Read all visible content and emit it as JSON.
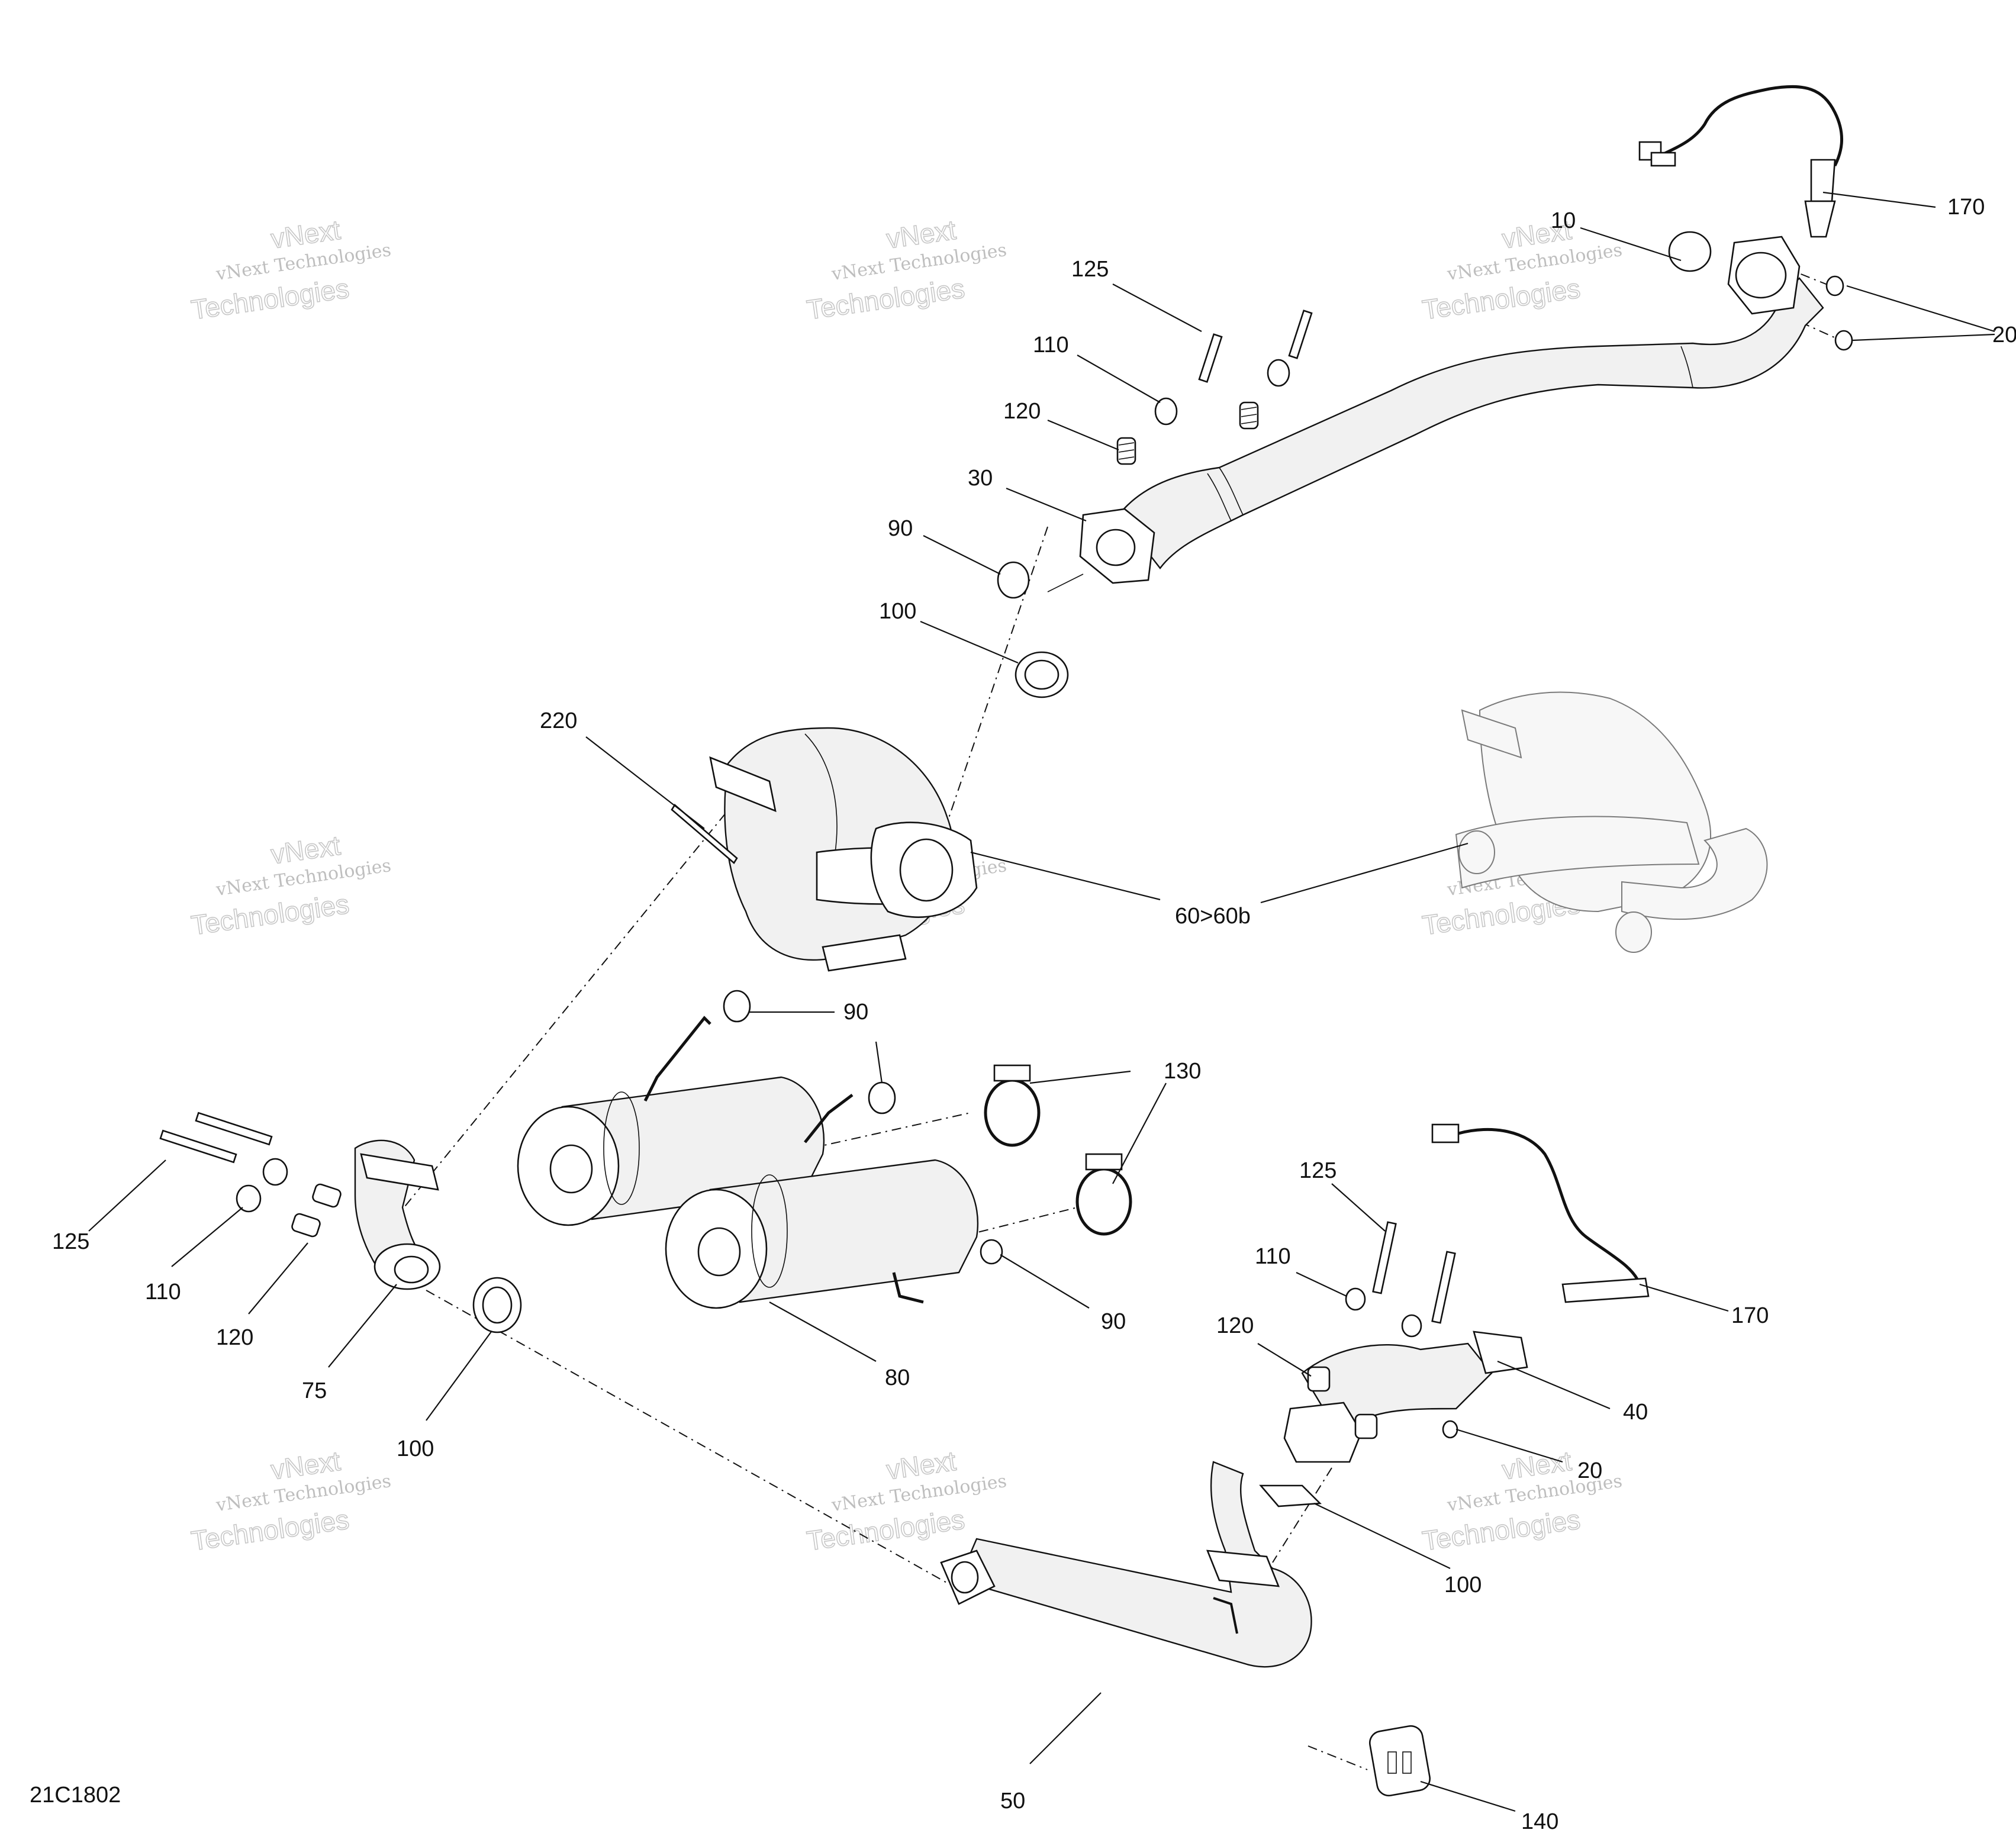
{
  "diagram": {
    "code": "21C1802",
    "watermark": {
      "line1": "vNext Technologies",
      "line2": "vNext",
      "line3": "Technologies"
    },
    "callouts": [
      {
        "id": "c-10",
        "text": "10"
      },
      {
        "id": "c-170-top",
        "text": "170"
      },
      {
        "id": "c-20-top",
        "text": "20"
      },
      {
        "id": "c-125-top",
        "text": "125"
      },
      {
        "id": "c-110-top",
        "text": "110"
      },
      {
        "id": "c-120-top",
        "text": "120"
      },
      {
        "id": "c-30",
        "text": "30"
      },
      {
        "id": "c-90-top",
        "text": "90"
      },
      {
        "id": "c-100-top",
        "text": "100"
      },
      {
        "id": "c-220",
        "text": "220"
      },
      {
        "id": "c-60",
        "text": "60>60b"
      },
      {
        "id": "c-90-mid",
        "text": "90"
      },
      {
        "id": "c-130",
        "text": "130"
      },
      {
        "id": "c-125-left",
        "text": "125"
      },
      {
        "id": "c-110-left",
        "text": "110"
      },
      {
        "id": "c-120-left",
        "text": "120"
      },
      {
        "id": "c-75",
        "text": "75"
      },
      {
        "id": "c-100-left",
        "text": "100"
      },
      {
        "id": "c-90-right",
        "text": "90"
      },
      {
        "id": "c-80",
        "text": "80"
      },
      {
        "id": "c-125-right",
        "text": "125"
      },
      {
        "id": "c-110-right",
        "text": "110"
      },
      {
        "id": "c-170-right",
        "text": "170"
      },
      {
        "id": "c-120-right",
        "text": "120"
      },
      {
        "id": "c-40",
        "text": "40"
      },
      {
        "id": "c-20-right",
        "text": "20"
      },
      {
        "id": "c-100-right",
        "text": "100"
      },
      {
        "id": "c-50",
        "text": "50"
      },
      {
        "id": "c-140",
        "text": "140"
      }
    ]
  }
}
